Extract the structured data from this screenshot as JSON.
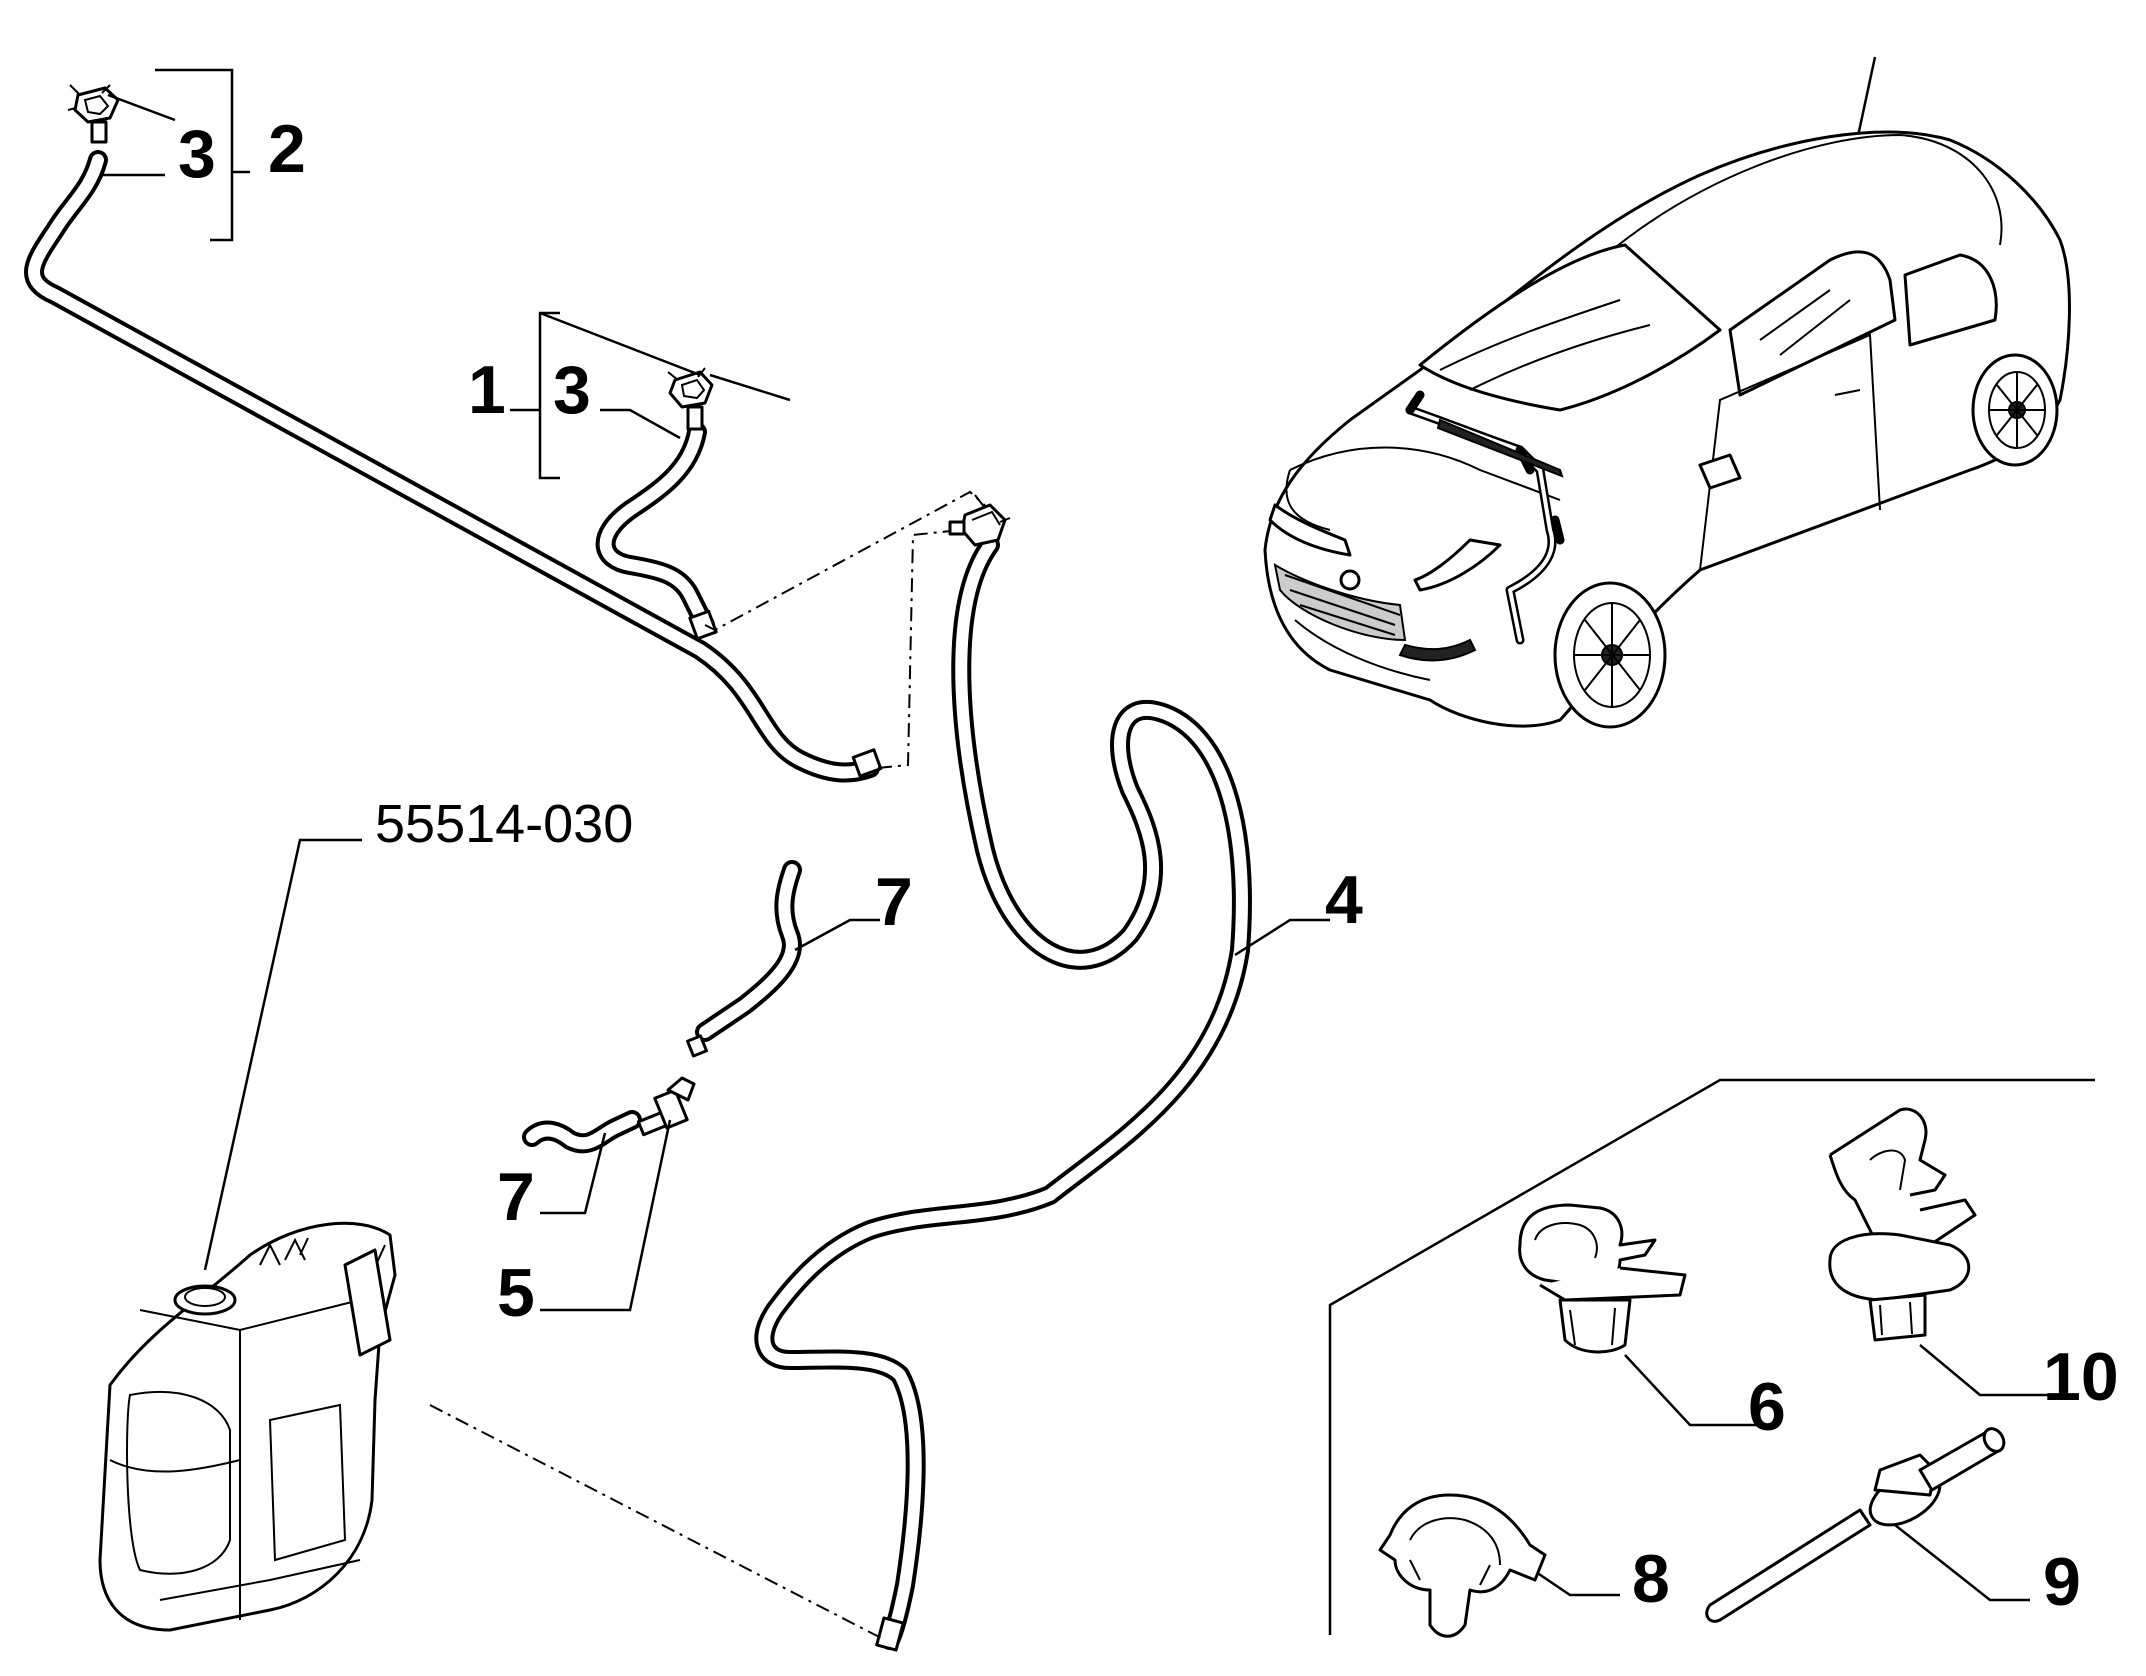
{
  "diagram": {
    "reference_code": "55514-030",
    "callouts": {
      "c1": "1",
      "c2": "2",
      "c3_top": "3",
      "c3_mid": "3",
      "c4": "4",
      "c5": "5",
      "c6": "6",
      "c7_upper": "7",
      "c7_lower": "7",
      "c8": "8",
      "c9": "9",
      "c10": "10"
    }
  }
}
